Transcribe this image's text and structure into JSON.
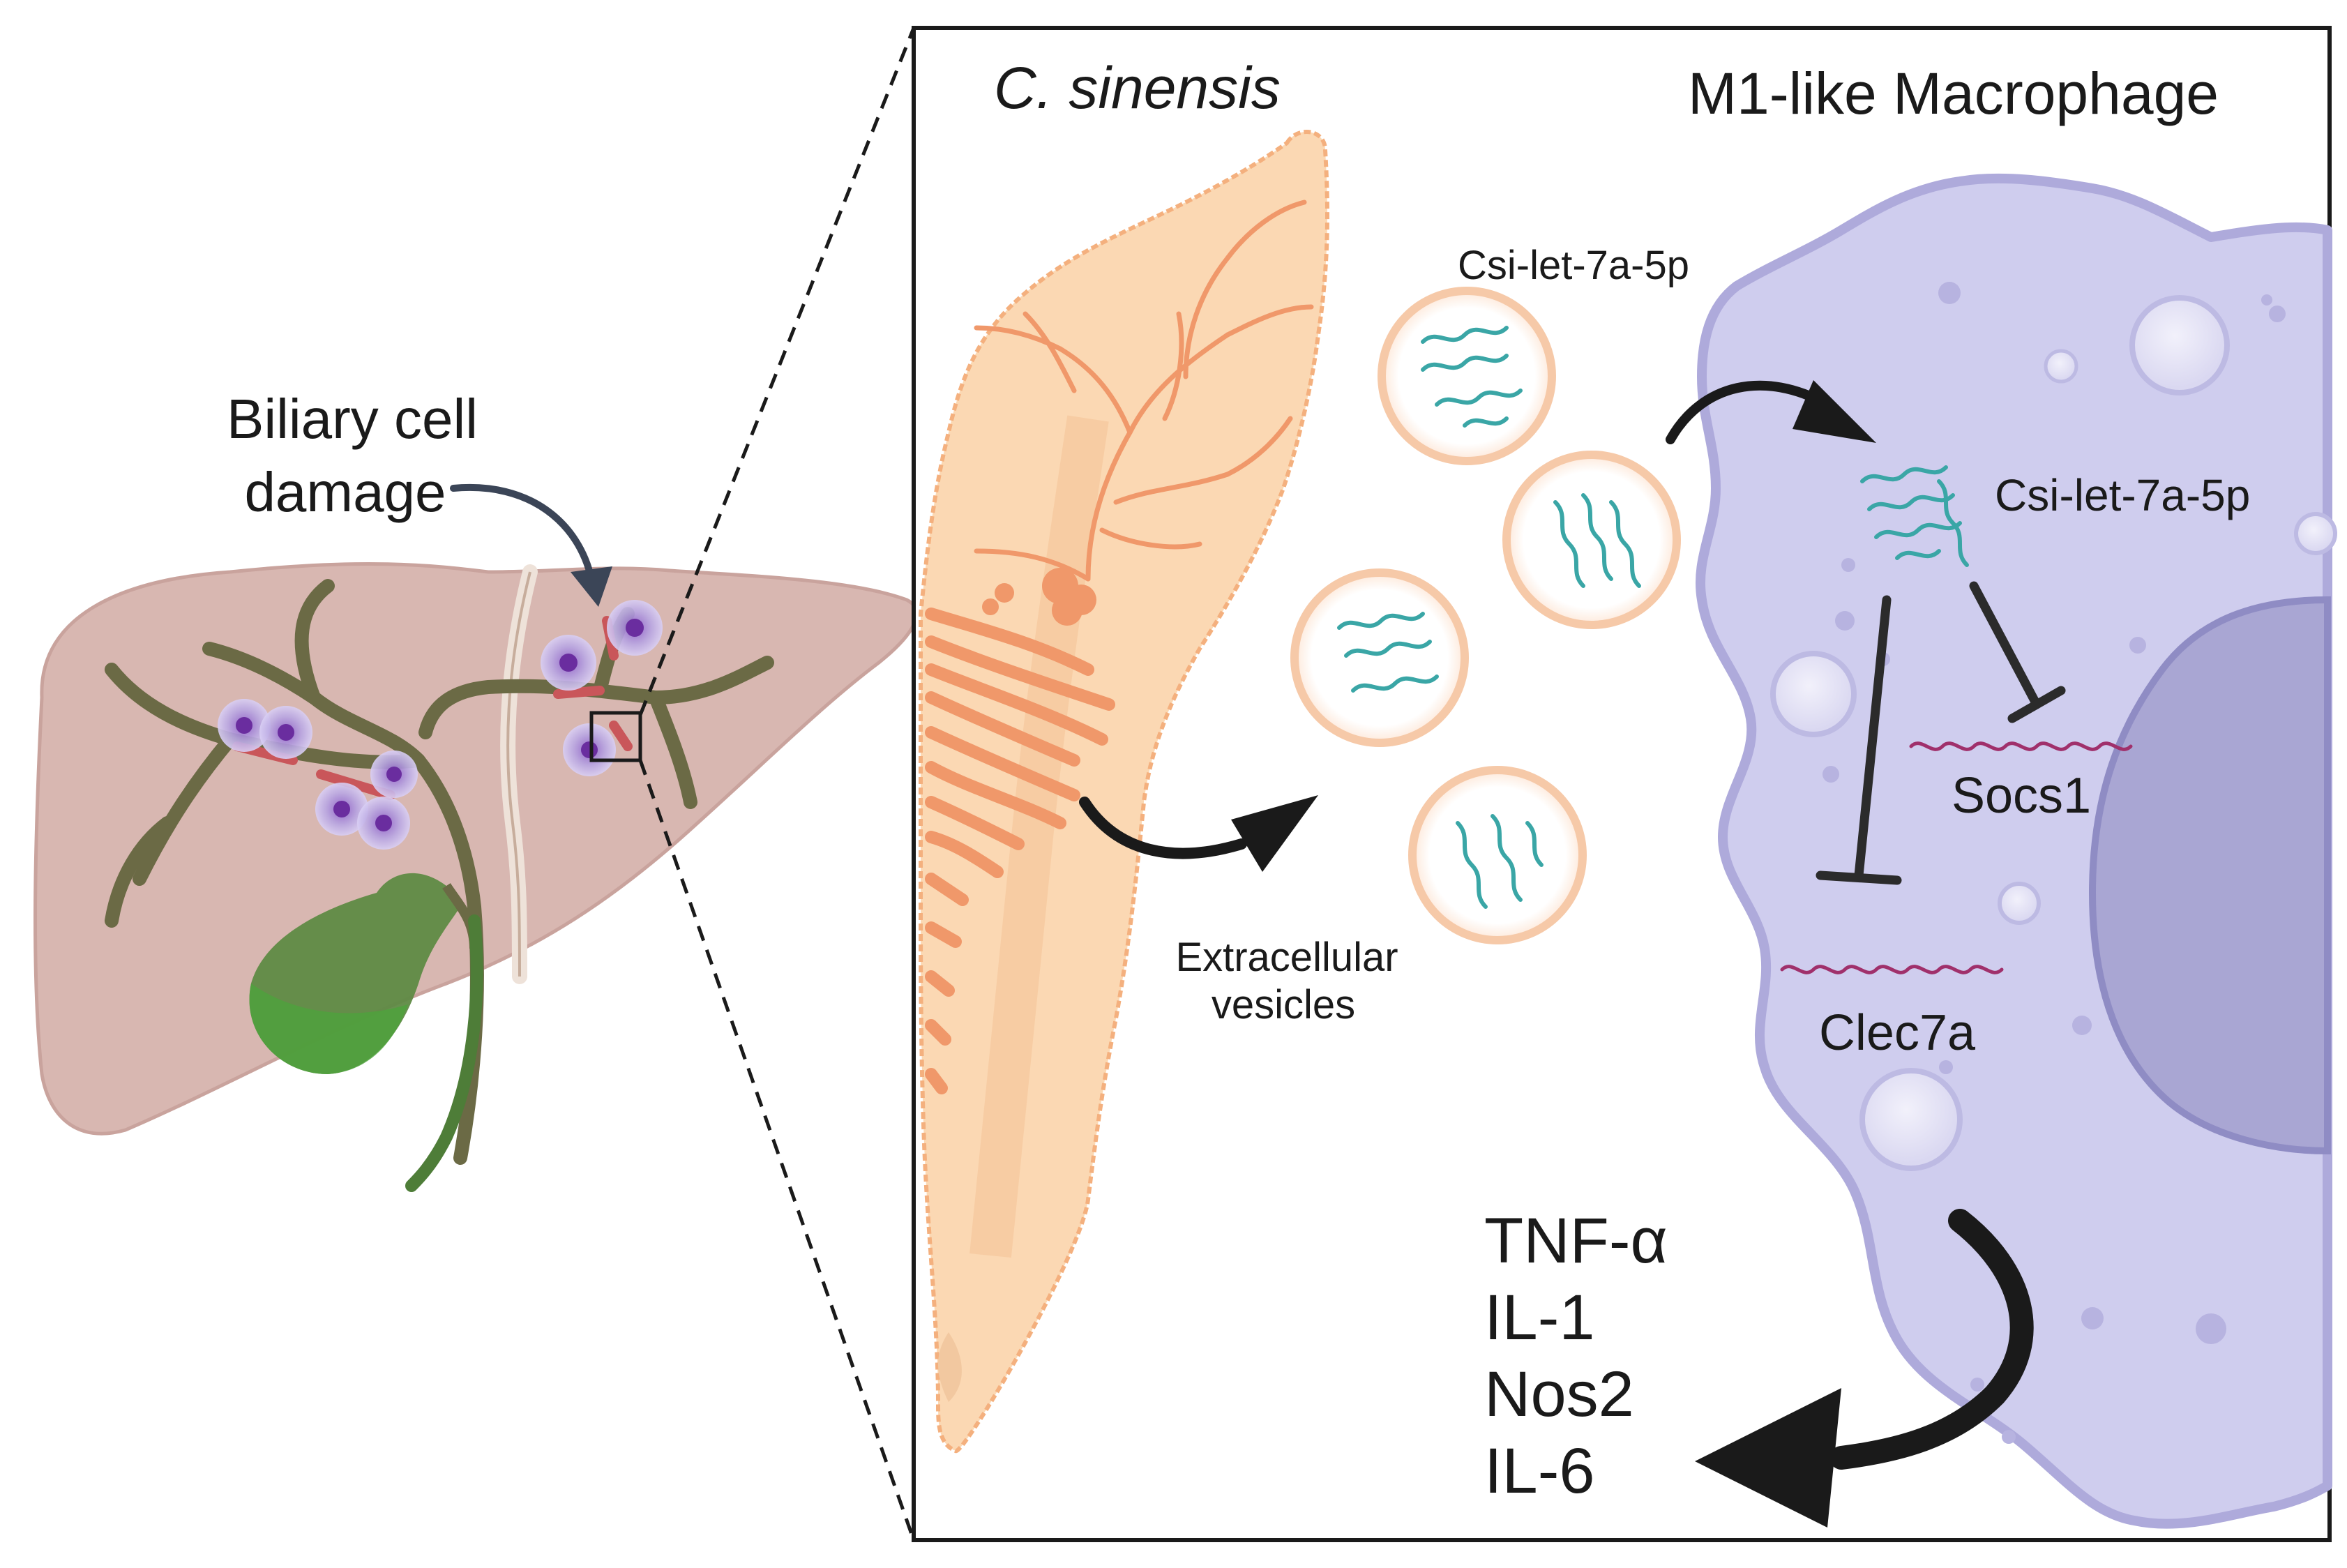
{
  "liver": {
    "damage_label_line1": "Biliary cell",
    "damage_label_line2": "damage"
  },
  "panel": {
    "parasite_label": "C. sinensis",
    "macrophage_label": "M1-like Macrophage",
    "mirna_label_vesicles": "Csi-let-7a-5p",
    "mirna_label_cell": "Csi-let-7a-5p",
    "vesicle_label_line1": "Extracellular",
    "vesicle_label_line2": "vesicles",
    "target_1": "Socs1",
    "target_2": "Clec7a",
    "cytokines": [
      "TNF-α",
      "IL-1",
      "Nos2",
      "IL-6"
    ]
  },
  "colors": {
    "liver_fill": "#d8b7b1",
    "bile_duct": "#6b6a45",
    "gallbladder": "#5f8a45",
    "damaged_cell": "#b9a7e3",
    "parasite_fill": "#fbd8b3",
    "parasite_organ": "#f0986a",
    "vesicle_ring": "#f6c9a8",
    "mirna_strand": "#3aa6a6",
    "mrna_strand": "#a0306b",
    "macrophage_fill": "#cfcdee",
    "macrophage_edge": "#aeaadb",
    "nucleus": "#a9a6d3",
    "arrow": "#1a1a1a"
  },
  "icons": [
    "liver-icon",
    "gallbladder-icon",
    "parasite-icon",
    "vesicle-icon",
    "macrophage-icon",
    "curved-arrow-icon",
    "inhibition-arrow-icon"
  ]
}
